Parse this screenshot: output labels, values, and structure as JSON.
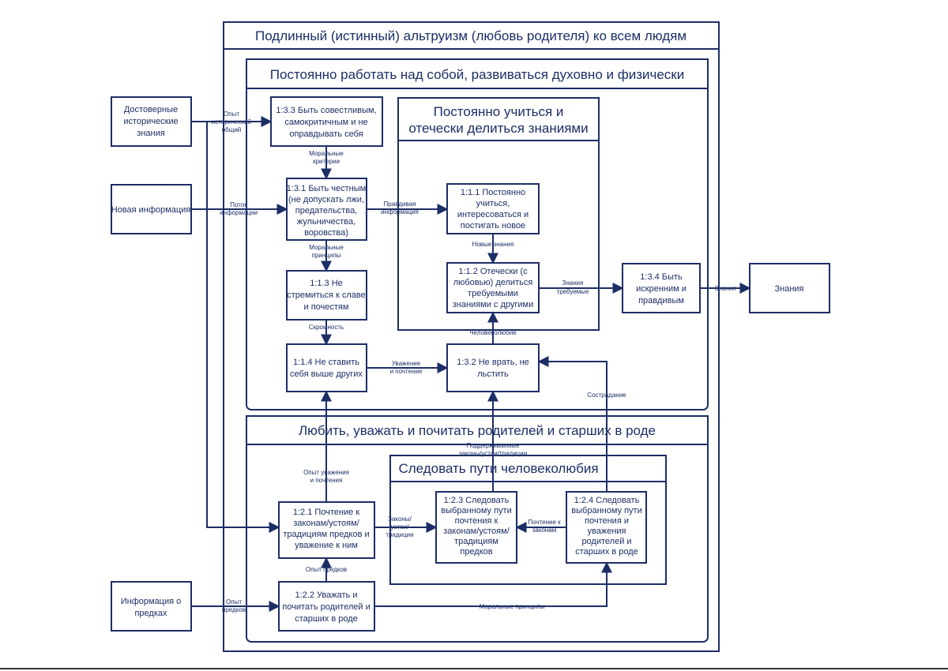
{
  "titles": {
    "outer": "Подлинный (истинный) альтруизм (любовь родителя) ко всем людям",
    "self": "Постоянно работать над собой, развиваться духовно и физически",
    "learn_1": "Постоянно учиться и",
    "learn_2": "отечески делиться знаниями",
    "parents": "Любить, уважать и почитать родителей и старших в роде",
    "path": "Следовать пути человеколюбия"
  },
  "inputs": {
    "hist_1": "Достоверные",
    "hist_2": "исторические",
    "hist_3": "знания",
    "news": "Новая информация",
    "anc_1": "Информация о",
    "anc_2": "предках"
  },
  "output": {
    "knowledge": "Знания"
  },
  "nodes": {
    "n133": [
      "1:3.3 Быть совестливым,",
      "самокритичным и не",
      "оправдывать себя"
    ],
    "n131": [
      "1:3.1 Быть честным",
      "(не допускать лжи,",
      "предательства,",
      "жульничества,",
      "воровства)"
    ],
    "n113": [
      "1:1.3 Не",
      "стремиться к славе",
      "и почестям"
    ],
    "n114": [
      "1:1.4 Не ставить",
      "себя выше других"
    ],
    "n111": [
      "1:1.1 Постоянно",
      "учиться,",
      "интересоваться и",
      "постигать новое"
    ],
    "n112": [
      "1:1.2 Отечески (с",
      "любовью) делиться",
      "требуемыми",
      "знаниями с другими"
    ],
    "n132": [
      "1:3.2 Не врать, не",
      "льстить"
    ],
    "n134": [
      "1:3.4 Быть",
      "искренним и",
      "правдивым"
    ],
    "n121": [
      "1:2.1 Почтение к",
      "законам/устоям/",
      "традициям предков и",
      "уважение к ним"
    ],
    "n122": [
      "1:2.2 Уважать и",
      "почитать родителей и",
      "старших в роде"
    ],
    "n123": [
      "1:2.3 Следовать",
      "выбранному пути",
      "почтения к",
      "законам/устоям/",
      "традициям",
      "предков"
    ],
    "n124": [
      "1:2.4 Следовать",
      "выбранному пути",
      "почтения и",
      "уважения",
      "родителей и",
      "старших в роде"
    ]
  },
  "labels": {
    "opyt_hist": [
      "Опыт",
      "исторический",
      "общий"
    ],
    "moral_crit": [
      "Моральные",
      "критерии"
    ],
    "potok": [
      "Поток",
      "информации"
    ],
    "pravd": [
      "Правдивая",
      "информация"
    ],
    "moral_princ": [
      "Моральные",
      "принципы"
    ],
    "novye": "Новые знания",
    "znaniya_treb": [
      "Знания",
      "требуемые"
    ],
    "znaniya_out": "Знания",
    "skromnost": "Скромность",
    "chelovekolyubie": "Человеколюбие",
    "uvazh": [
      "Уважение",
      "и почтение"
    ],
    "sostradanie": "Сострадание",
    "podderzh": [
      "Поддерживаемые",
      "законы/устои/традиции"
    ],
    "opyt_uvazh": [
      "Опыт уважения",
      "и почтения"
    ],
    "zakony": [
      "Законы/",
      "устои/",
      "традиции"
    ],
    "pochtenie": [
      "Почтение к",
      "законам"
    ],
    "opyt_predkov": "Опыт предков",
    "opyt_predkov2": [
      "Опыт",
      "предков"
    ],
    "moral_princ2": "Моральные принципы"
  },
  "colors": {
    "ink": "#1c2e66",
    "paper": "#ffffff"
  }
}
